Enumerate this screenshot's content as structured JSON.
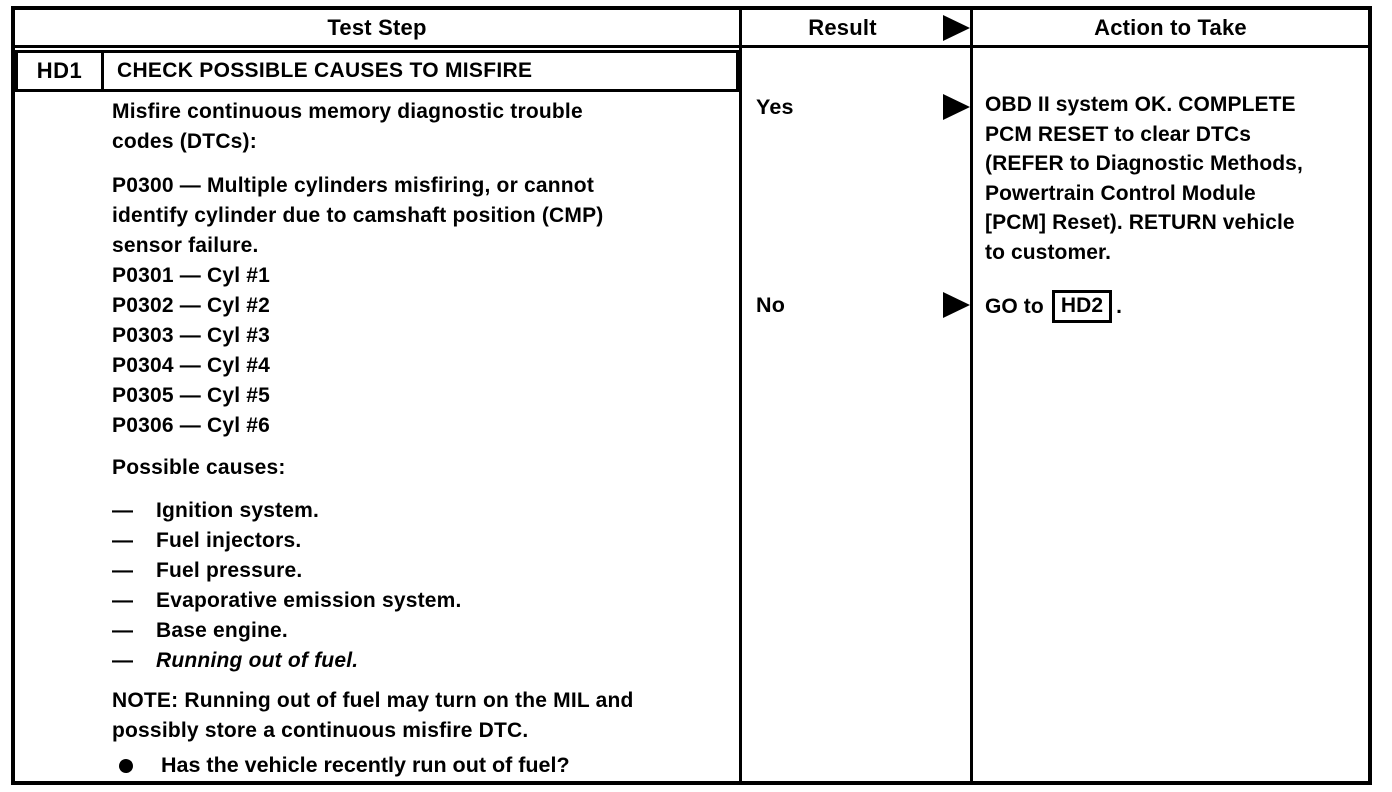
{
  "glyphs": {
    "dash": "—",
    "bullet": "●"
  },
  "table": {
    "headers": {
      "test_step": "Test Step",
      "result": "Result",
      "action": "Action to Take"
    },
    "step": {
      "id": "HD1",
      "title": "CHECK POSSIBLE CAUSES TO MISFIRE",
      "intro": "Misfire continuous memory diagnostic trouble\ncodes (DTCs):",
      "dtc_block": "P0300 — Multiple cylinders misfiring, or cannot\nidentify cylinder due to camshaft position (CMP)\nsensor failure.\nP0301 — Cyl #1\nP0302 — Cyl #2\nP0303 — Cyl #3\nP0304 — Cyl #4\nP0305 — Cyl #5\nP0306 — Cyl #6",
      "possible_causes_label": "Possible causes:",
      "causes": [
        "Ignition system.",
        "Fuel injectors.",
        "Fuel pressure.",
        "Evaporative emission system.",
        "Base engine.",
        "Running out of fuel."
      ],
      "note": "NOTE: Running out of fuel may turn on the MIL and\npossibly store a continuous misfire DTC.",
      "question": "Has the vehicle recently run out of fuel?"
    },
    "results": {
      "yes": {
        "label": "Yes",
        "action": "OBD II system OK. COMPLETE\nPCM RESET to clear DTCs\n(REFER to Diagnostic Methods,\nPowertrain Control Module\n[PCM] Reset). RETURN vehicle\nto customer."
      },
      "no": {
        "label": "No",
        "action_prefix": "GO to",
        "action_link": "HD2",
        "action_suffix": "."
      }
    }
  }
}
